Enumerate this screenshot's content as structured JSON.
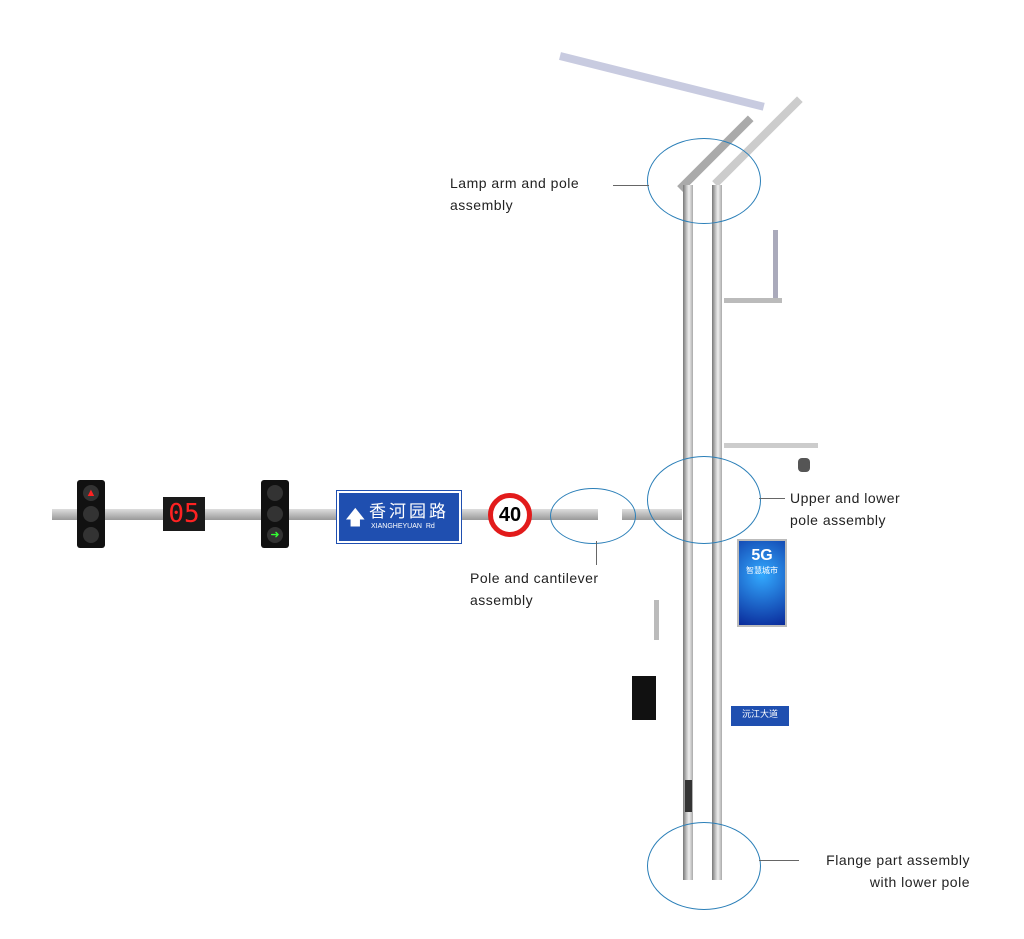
{
  "labels": {
    "lamp_arm": [
      "Lamp arm and pole",
      "assembly"
    ],
    "upper_lower": [
      "Upper and lower",
      "pole assembly"
    ],
    "cantilever": [
      "Pole and cantilever",
      "assembly"
    ],
    "flange": [
      "Flange part assembly",
      "with lower pole"
    ]
  },
  "countdown": "05",
  "road_sign": {
    "cn": "香河园路",
    "en": "XIANGHEYUAN  Rd"
  },
  "speed_limit": "40",
  "screen": {
    "title": "5G",
    "subtitle": "智慧城市"
  },
  "street_sign": "沅江大道",
  "colors": {
    "ring": "#2b7fb8",
    "sign_blue": "#1f4fb0",
    "speed_red": "#e21b1b"
  }
}
